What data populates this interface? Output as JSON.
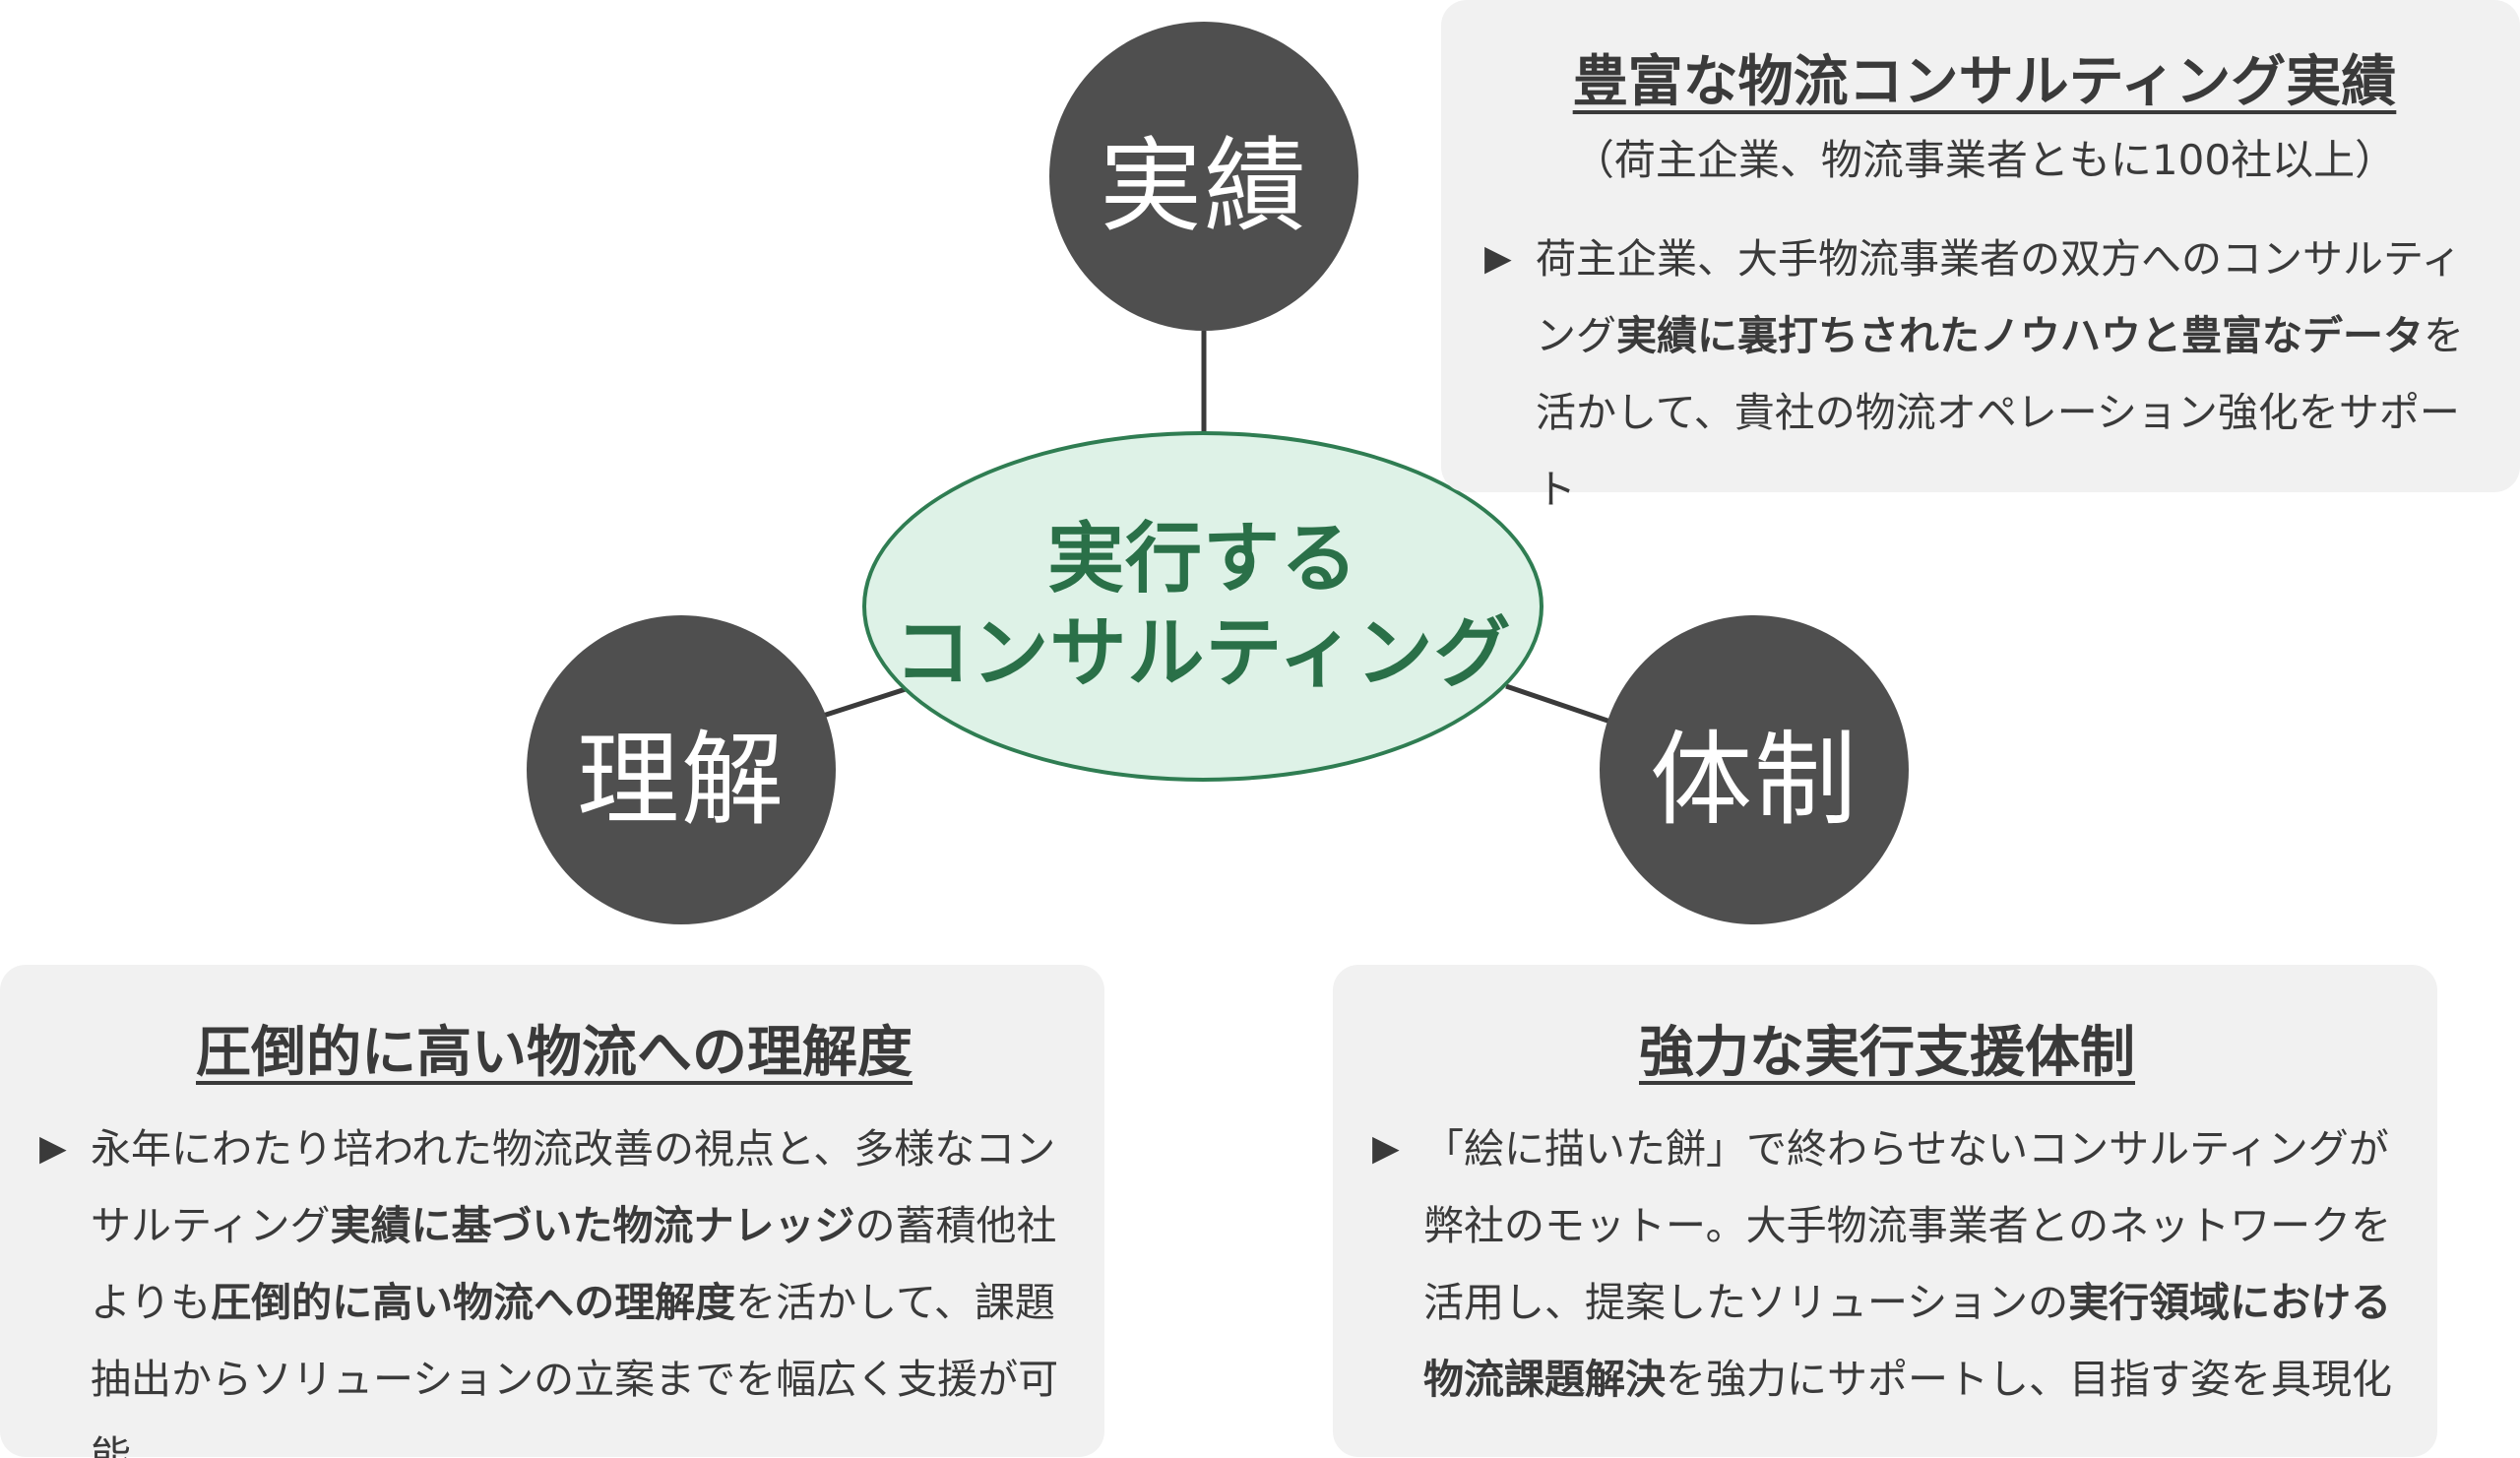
{
  "nodes": {
    "top": "実績",
    "left": "理解",
    "right": "体制"
  },
  "center": {
    "line1": "実行する",
    "line2": "コンサルティング"
  },
  "colors": {
    "node_fill": "#4f4f4f",
    "center_fill": "#def2e7",
    "center_border": "#2f7d52",
    "center_text": "#2a7048",
    "card_fill": "#f1f1f1",
    "connector": "#3a3a3a"
  },
  "cards": {
    "top": {
      "title": "豊富な物流コンサルティング実績",
      "subtitle": "（荷主企業、物流事業者ともに100社以上）",
      "marker": "▶",
      "segments": [
        {
          "text": "荷主企業、大手物流事業者の双方へのコンサルティング",
          "bold": false
        },
        {
          "text": "実績に裏打ちされたノウハウと豊富なデータ",
          "bold": true
        },
        {
          "text": "を活かして、貴社の物流オペレーション強化をサポート",
          "bold": false
        }
      ]
    },
    "left": {
      "title": "圧倒的に高い物流への理解度",
      "marker": "▶",
      "segments": [
        {
          "text": "永年にわたり培われた物流改善の視点と、多様なコンサルティング",
          "bold": false
        },
        {
          "text": "実績に基づいた物流ナレッジ",
          "bold": true
        },
        {
          "text": "の蓄積他社よりも",
          "bold": false
        },
        {
          "text": "圧倒的に高い物流への理解度",
          "bold": true
        },
        {
          "text": "を活かして、課題抽出からソリューションの立案までを幅広く支援が可能",
          "bold": false
        }
      ]
    },
    "right": {
      "title": "強力な実行支援体制",
      "marker": "▶",
      "segments": [
        {
          "text": "「絵に描いた餅」で終わらせないコンサルティングが弊社のモットー。大手物流事業者とのネットワークを活用し、提案したソリューションの",
          "bold": false
        },
        {
          "text": "実行領域における物流課題解決",
          "bold": true
        },
        {
          "text": "を強力にサポートし、目指す姿を具現化",
          "bold": false
        }
      ]
    }
  }
}
